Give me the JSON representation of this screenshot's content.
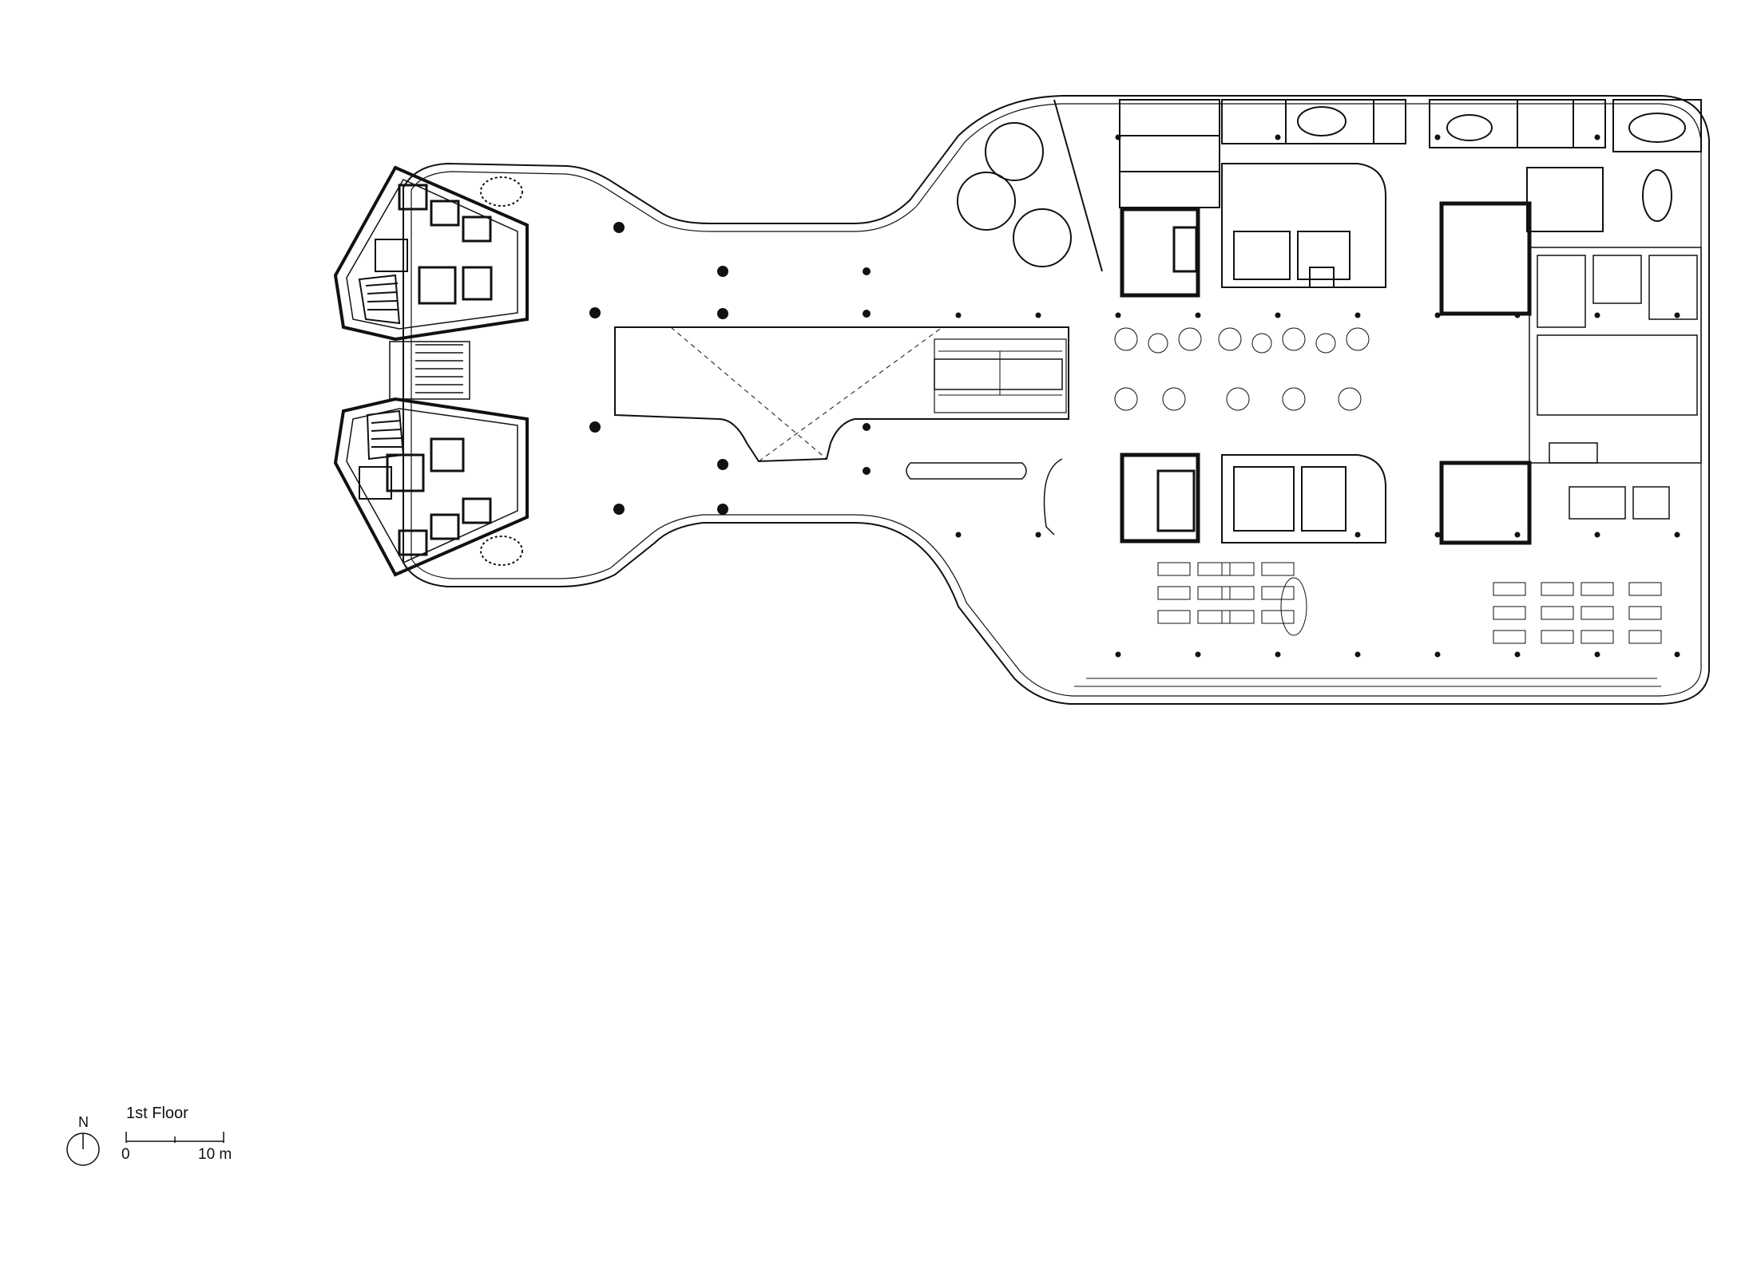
{
  "drawing": {
    "floor_label": "1st Floor",
    "north_label": "N",
    "scale_start": "0",
    "scale_end": "10 m",
    "line_color": "#111111",
    "fill_color": "#ffffff",
    "core_color": "#111111"
  }
}
